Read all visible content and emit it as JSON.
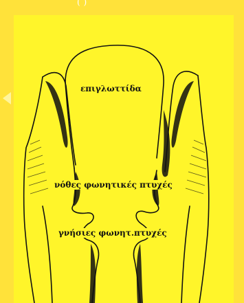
{
  "header": {
    "partial_text": "( )"
  },
  "labels": {
    "epiglottis": "επιγλωττίδα",
    "false_folds": "νόθες φωνητικές πτυχές",
    "true_folds": "γνήσιες φωνητ.πτυχές"
  },
  "colors": {
    "background": "#ffe23a",
    "panel": "#fff52a",
    "ink": "#111111"
  }
}
